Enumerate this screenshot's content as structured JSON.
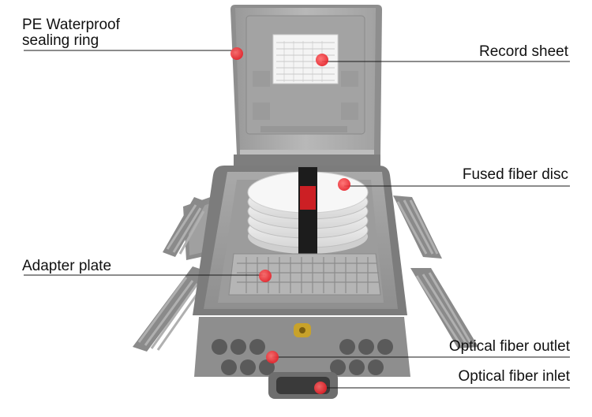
{
  "labels": {
    "sealing_ring": [
      "PE Waterproof",
      "sealing ring"
    ],
    "record_sheet": "Record sheet",
    "fiber_disc": "Fused fiber disc",
    "adapter_plate": "Adapter plate",
    "fiber_outlet": "Optical fiber outlet",
    "fiber_inlet": "Optical fiber inlet"
  },
  "colors": {
    "marker": "#e8222a",
    "leader_line": "#1a1a1a",
    "enclosure": "#a6a6a6",
    "background": "#ffffff"
  }
}
